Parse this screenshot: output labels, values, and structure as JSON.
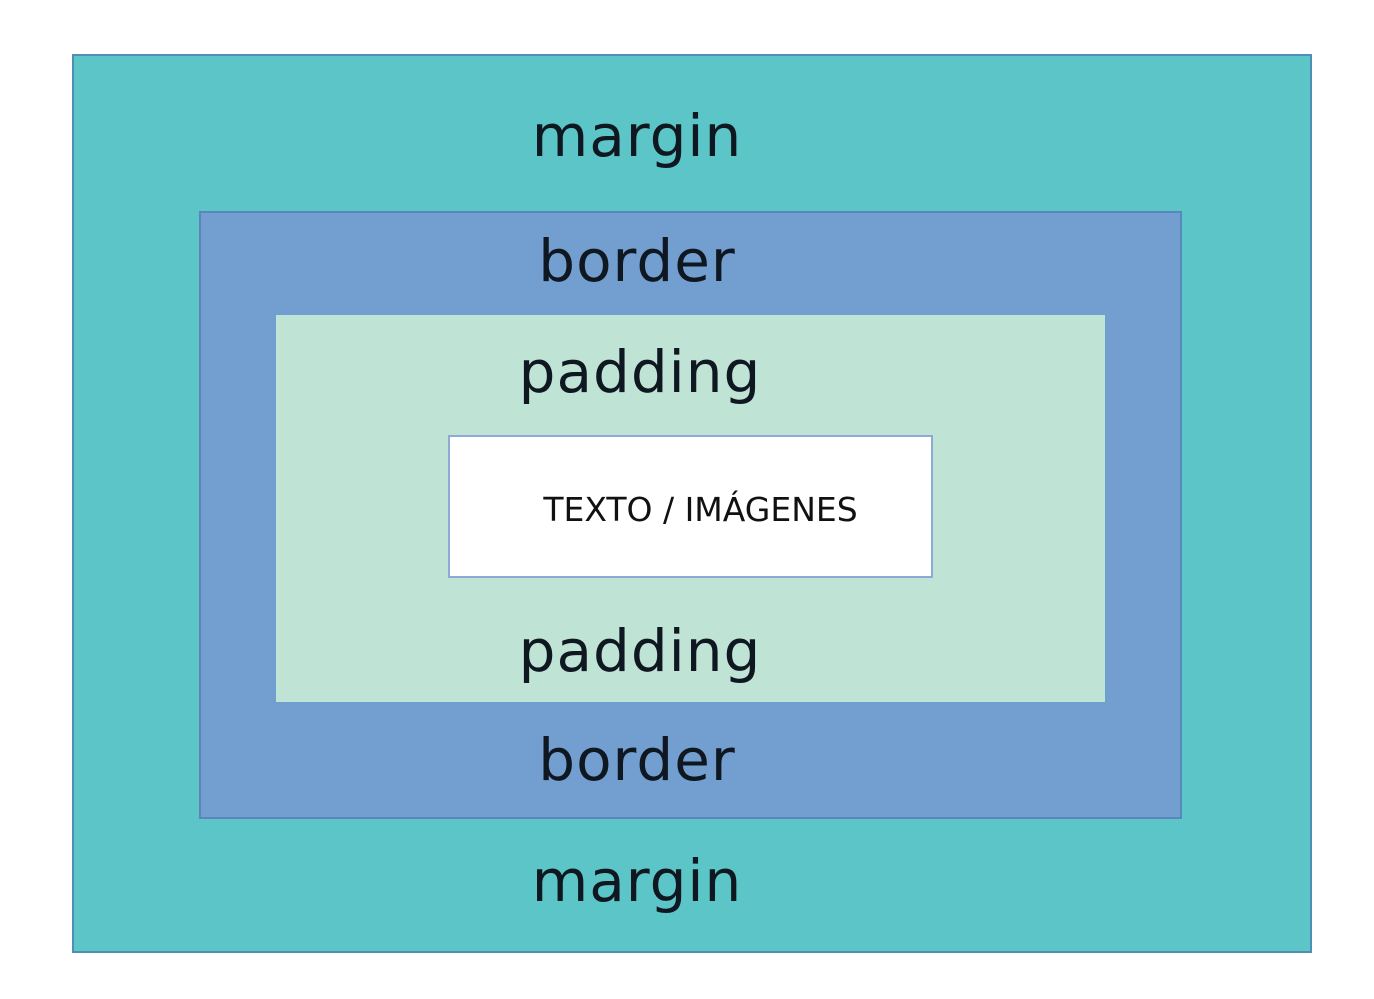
{
  "diagram": {
    "margin_top_label": "margin",
    "border_top_label": "border",
    "padding_top_label": "padding",
    "content_label": "TEXTO / IMÁGENES",
    "padding_bottom_label": "padding",
    "border_bottom_label": "border",
    "margin_bottom_label": "margin",
    "colors": {
      "margin": "#5bc5c7",
      "border": "#729fcf",
      "padding": "#bfe3d4",
      "content": "#ffffff"
    }
  }
}
